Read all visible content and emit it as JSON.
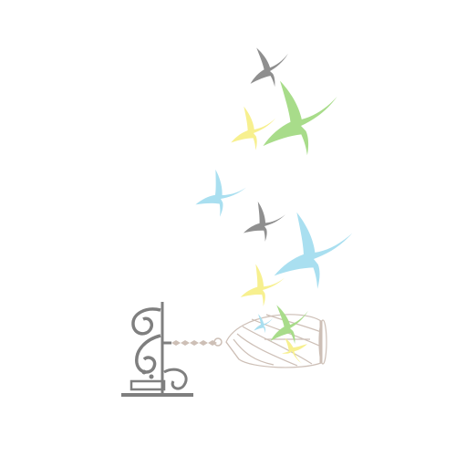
{
  "illustration": {
    "subject": "flying-birds-escaping-birdcage",
    "colors": {
      "background": "#ffffff",
      "gray": "#8f8f8f",
      "green": "#a8dc8a",
      "yellow": "#f7f08f",
      "blue": "#a9dff0",
      "cage": "#cdbfb6",
      "bracket": "#7f7f7f"
    },
    "birds": [
      {
        "color": "gray"
      },
      {
        "color": "green"
      },
      {
        "color": "yellow"
      },
      {
        "color": "blue"
      },
      {
        "color": "gray"
      },
      {
        "color": "blue"
      },
      {
        "color": "yellow"
      },
      {
        "color": "green"
      },
      {
        "color": "yellow"
      },
      {
        "color": "blue"
      }
    ]
  }
}
